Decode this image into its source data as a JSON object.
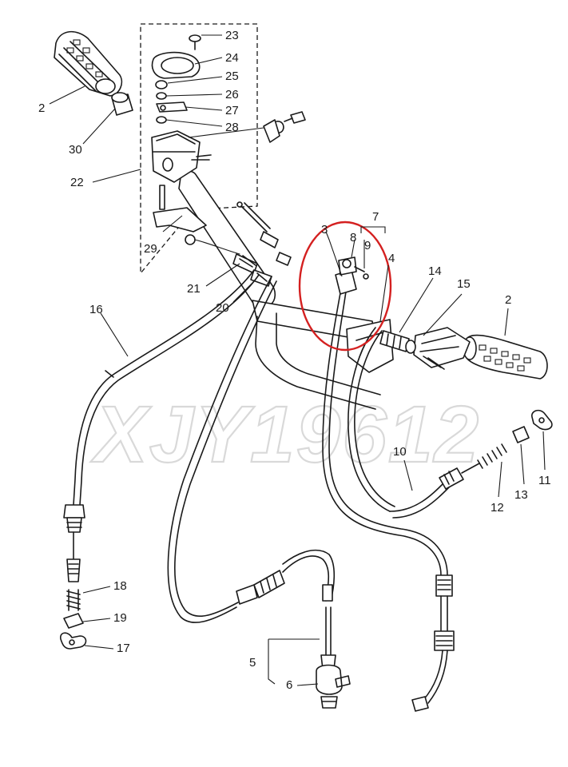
{
  "watermark": "XJY19612",
  "callouts": {
    "c2_left": "2",
    "c2_right": "2",
    "c3": "3",
    "c4": "4",
    "c5": "5",
    "c6": "6",
    "c7": "7",
    "c8": "8",
    "c9": "9",
    "c10": "10",
    "c11": "11",
    "c12": "12",
    "c13": "13",
    "c14": "14",
    "c15": "15",
    "c16": "16",
    "c17": "17",
    "c18": "18",
    "c19": "19",
    "c20": "20",
    "c21": "21",
    "c22": "22",
    "c23": "23",
    "c24": "24",
    "c25": "25",
    "c26": "26",
    "c27": "27",
    "c28": "28",
    "c29": "29",
    "c30": "30"
  },
  "highlight_color": "#d42020",
  "ink_color": "#1a1a1a"
}
